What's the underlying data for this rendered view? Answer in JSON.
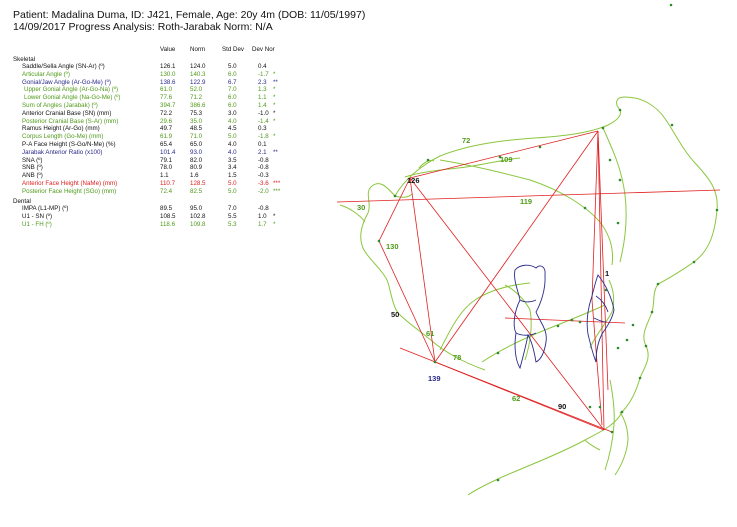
{
  "header": {
    "line1": "Patient: Madalina Duma, ID: J421, Female, Age: 20y 4m (DOB: 11/05/1997)",
    "line2": "14/09/2017 Progress    Analysis: Roth-Jarabak    Norm: N/A"
  },
  "columns": {
    "value": "Value",
    "norm": "Norm",
    "std": "Std Dev",
    "dev": "Dev Nor"
  },
  "sections": {
    "skeletal": "Skeletal",
    "dental": "Dental"
  },
  "skeletal_rows": [
    {
      "name": "Saddle/Sella Angle (SN-Ar) (º)",
      "value": "126.1",
      "norm": "124.0",
      "std": "5.0",
      "dev": "0.4",
      "flag": "",
      "color": "#111111",
      "indent": false
    },
    {
      "name": "Articular Angle (º)",
      "value": "130.0",
      "norm": "140.3",
      "std": "6.0",
      "dev": "-1.7",
      "flag": "*",
      "color": "#4f9a1a",
      "indent": false
    },
    {
      "name": "Gonial/Jaw Angle (Ar-Go-Me) (º)",
      "value": "138.6",
      "norm": "122.9",
      "std": "6.7",
      "dev": "2.3",
      "flag": "**",
      "color": "#2a2a8a",
      "indent": false
    },
    {
      "name": "Upper Gonial Angle (Ar-Go-Na) (º)",
      "value": "61.0",
      "norm": "52.0",
      "std": "7.0",
      "dev": "1.3",
      "flag": "*",
      "color": "#4f9a1a",
      "indent": true
    },
    {
      "name": "Lower Gonial Angle (Na-Go-Me) (º)",
      "value": "77.6",
      "norm": "71.2",
      "std": "6.0",
      "dev": "1.1",
      "flag": "*",
      "color": "#4f9a1a",
      "indent": true
    },
    {
      "name": "Sum of Angles (Jarabak) (º)",
      "value": "394.7",
      "norm": "386.6",
      "std": "6.0",
      "dev": "1.4",
      "flag": "*",
      "color": "#4f9a1a",
      "indent": false
    },
    {
      "name": "Anterior Cranial Base (SN) (mm)",
      "value": "72.2",
      "norm": "75.3",
      "std": "3.0",
      "dev": "-1.0",
      "flag": "*",
      "color": "#111111",
      "indent": false
    },
    {
      "name": "Posterior Cranial Base (S-Ar) (mm)",
      "value": "29.6",
      "norm": "35.0",
      "std": "4.0",
      "dev": "-1.4",
      "flag": "*",
      "color": "#4f9a1a",
      "indent": false
    },
    {
      "name": "Ramus Height (Ar-Go) (mm)",
      "value": "49.7",
      "norm": "48.5",
      "std": "4.5",
      "dev": "0.3",
      "flag": "",
      "color": "#111111",
      "indent": false
    },
    {
      "name": "Corpus Length (Go-Me) (mm)",
      "value": "61.9",
      "norm": "71.0",
      "std": "5.0",
      "dev": "-1.8",
      "flag": "*",
      "color": "#4f9a1a",
      "indent": false
    },
    {
      "name": "P-A Face Height (S-Go/N-Me) (%)",
      "value": "65.4",
      "norm": "65.0",
      "std": "4.0",
      "dev": "0.1",
      "flag": "",
      "color": "#111111",
      "indent": false
    },
    {
      "name": "Jarabak Anterior Ratio (x100)",
      "value": "101.4",
      "norm": "93.0",
      "std": "4.0",
      "dev": "2.1",
      "flag": "**",
      "color": "#2a2a8a",
      "indent": false
    },
    {
      "name": "SNA (º)",
      "value": "79.1",
      "norm": "82.0",
      "std": "3.5",
      "dev": "-0.8",
      "flag": "",
      "color": "#111111",
      "indent": false
    },
    {
      "name": "SNB (º)",
      "value": "78.0",
      "norm": "80.9",
      "std": "3.4",
      "dev": "-0.8",
      "flag": "",
      "color": "#111111",
      "indent": false
    },
    {
      "name": "ANB (º)",
      "value": "1.1",
      "norm": "1.6",
      "std": "1.5",
      "dev": "-0.3",
      "flag": "",
      "color": "#111111",
      "indent": false
    },
    {
      "name": "Anterior Face Height (NaMe) (mm)",
      "value": "110.7",
      "norm": "128.5",
      "std": "5.0",
      "dev": "-3.6",
      "flag": "***",
      "color": "#e02020",
      "indent": false
    },
    {
      "name": "Posterior Face Height (SGo) (mm)",
      "value": "72.4",
      "norm": "82.5",
      "std": "5.0",
      "dev": "-2.0",
      "flag": "***",
      "color": "#4f9a1a",
      "indent": false
    }
  ],
  "dental_rows": [
    {
      "name": "IMPA (L1-MP) (º)",
      "value": "89.5",
      "norm": "95.0",
      "std": "7.0",
      "dev": "-0.8",
      "flag": "",
      "color": "#111111",
      "indent": false
    },
    {
      "name": "U1 - SN (º)",
      "value": "108.5",
      "norm": "102.8",
      "std": "5.5",
      "dev": "1.0",
      "flag": "*",
      "color": "#111111",
      "indent": false
    },
    {
      "name": "U1 - FH (º)",
      "value": "118.6",
      "norm": "109.8",
      "std": "5.3",
      "dev": "1.7",
      "flag": "*",
      "color": "#4f9a1a",
      "indent": false
    }
  ],
  "tracing_labels": [
    {
      "text": "72",
      "color": "#4f9a1a"
    },
    {
      "text": "109",
      "color": "#4f9a1a"
    },
    {
      "text": "126",
      "color": "#111111"
    },
    {
      "text": "119",
      "color": "#4f9a1a"
    },
    {
      "text": "30",
      "color": "#4f9a1a"
    },
    {
      "text": "130",
      "color": "#4f9a1a"
    },
    {
      "text": "1",
      "color": "#111111"
    },
    {
      "text": "50",
      "color": "#111111"
    },
    {
      "text": "61",
      "color": "#4f9a1a"
    },
    {
      "text": "78",
      "color": "#4f9a1a"
    },
    {
      "text": "139",
      "color": "#2a2a8a"
    },
    {
      "text": "62",
      "color": "#4f9a1a"
    },
    {
      "text": "90",
      "color": "#111111"
    }
  ],
  "colors": {
    "tracing_line": "#e02020",
    "soft_tissue": "#8cc63f",
    "teeth": "#2a2a8a",
    "landmark": "#2e8b2e"
  }
}
